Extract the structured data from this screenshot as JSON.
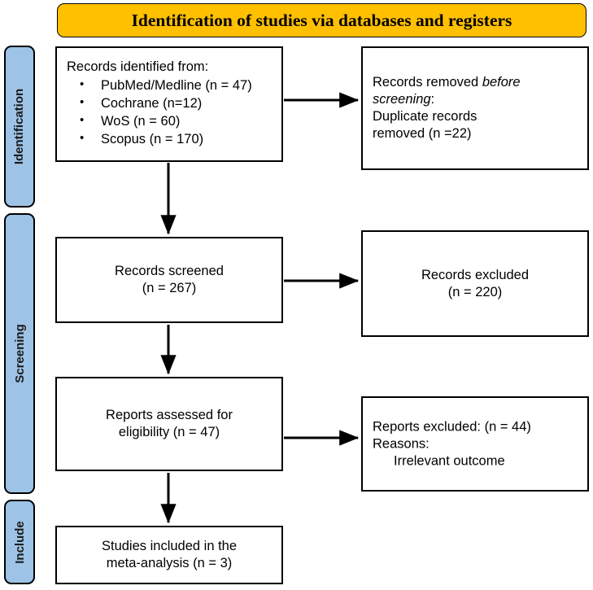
{
  "banner": {
    "title": "Identification of studies via databases and registers"
  },
  "stages": [
    {
      "key": "identification",
      "label": "Identification"
    },
    {
      "key": "screening",
      "label": "Screening"
    },
    {
      "key": "include",
      "label": "Include"
    }
  ],
  "boxes": {
    "identified": {
      "heading": "Records identified from:",
      "sources": [
        "PubMed/Medline (n = 47)",
        "Cochrane (n=12)",
        "WoS (n = 60)",
        "Scopus (n = 170)"
      ]
    },
    "removed": {
      "line1_prefix": "Records removed ",
      "line1_italic": "before screening",
      "line1_suffix": ":",
      "line2": "Duplicate records",
      "line3": "removed (n =22)"
    },
    "screened": {
      "line1": "Records screened",
      "line2": "(n = 267)"
    },
    "excluded": {
      "line1": "Records excluded",
      "line2": "(n = 220)"
    },
    "assessed": {
      "line1": "Reports assessed for",
      "line2": "eligibility (n = 47)"
    },
    "reports_excluded": {
      "line1": "Reports excluded: (n = 44)",
      "line2": "Reasons:",
      "line3": "Irrelevant outcome"
    },
    "included": {
      "line1": "Studies included in the",
      "line2": "meta-analysis (n = 3)"
    }
  },
  "colors": {
    "banner_fill": "#FFC000",
    "stage_fill": "#9DC3E6",
    "box_fill": "#FFFFFF",
    "stroke": "#000000"
  },
  "arrows": [
    {
      "name": "identified-to-removed",
      "direction": "right"
    },
    {
      "name": "identified-to-screened",
      "direction": "down"
    },
    {
      "name": "screened-to-excluded",
      "direction": "right"
    },
    {
      "name": "screened-to-assessed",
      "direction": "down"
    },
    {
      "name": "assessed-to-reports-excluded",
      "direction": "right"
    },
    {
      "name": "assessed-to-included",
      "direction": "down"
    }
  ]
}
